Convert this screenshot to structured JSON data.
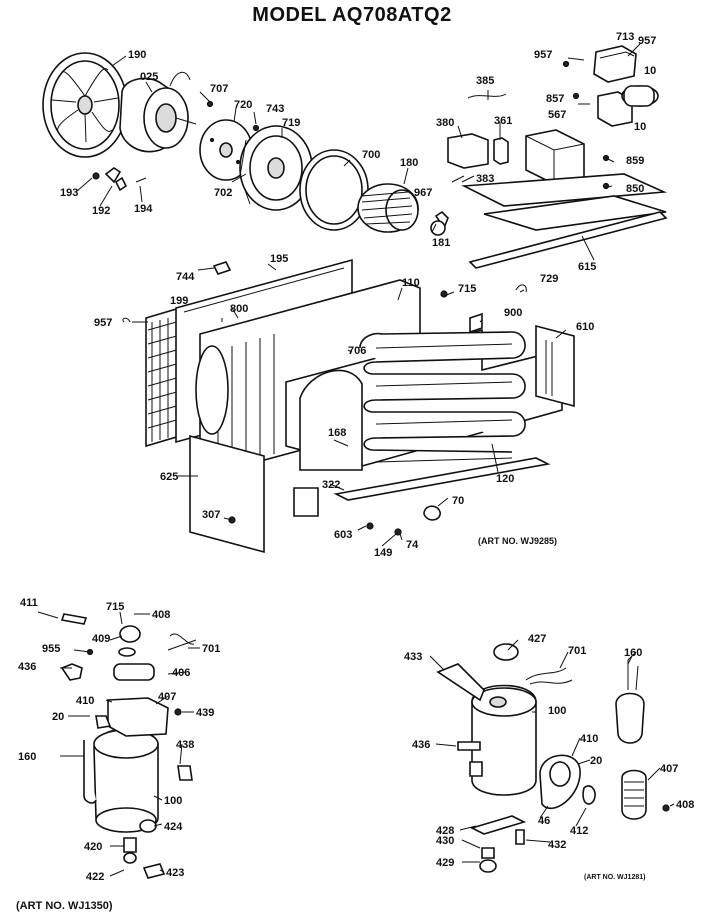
{
  "title": "MODEL AQ708ATQ2",
  "art_numbers": {
    "main": "(ART NO. WJ9285)",
    "left": "(ART NO. WJ1350)",
    "right": "(ART NO. WJ1281)"
  },
  "callouts": [
    {
      "key": "c190",
      "text": "190"
    },
    {
      "key": "c025",
      "text": "025"
    },
    {
      "key": "c707",
      "text": "707"
    },
    {
      "key": "c720",
      "text": "720"
    },
    {
      "key": "c743",
      "text": "743"
    },
    {
      "key": "c719",
      "text": "719"
    },
    {
      "key": "c700",
      "text": "700"
    },
    {
      "key": "c180",
      "text": "180"
    },
    {
      "key": "c702",
      "text": "702"
    },
    {
      "key": "c193",
      "text": "193"
    },
    {
      "key": "c192",
      "text": "192"
    },
    {
      "key": "c194",
      "text": "194"
    },
    {
      "key": "c385",
      "text": "385"
    },
    {
      "key": "c957a",
      "text": "957"
    },
    {
      "key": "c713",
      "text": "713"
    },
    {
      "key": "c957b",
      "text": "957"
    },
    {
      "key": "c10a",
      "text": "10"
    },
    {
      "key": "c857",
      "text": "857"
    },
    {
      "key": "c10b",
      "text": "10"
    },
    {
      "key": "c567",
      "text": "567"
    },
    {
      "key": "c380",
      "text": "380"
    },
    {
      "key": "c361",
      "text": "361"
    },
    {
      "key": "c859",
      "text": "859"
    },
    {
      "key": "c967",
      "text": "967"
    },
    {
      "key": "c383",
      "text": "383"
    },
    {
      "key": "c850",
      "text": "850"
    },
    {
      "key": "c181",
      "text": "181"
    },
    {
      "key": "c615",
      "text": "615"
    },
    {
      "key": "c744",
      "text": "744"
    },
    {
      "key": "c195",
      "text": "195"
    },
    {
      "key": "c110",
      "text": "110"
    },
    {
      "key": "c715",
      "text": "715"
    },
    {
      "key": "c729",
      "text": "729"
    },
    {
      "key": "c199",
      "text": "199"
    },
    {
      "key": "c957c",
      "text": "957"
    },
    {
      "key": "c800",
      "text": "800"
    },
    {
      "key": "c900",
      "text": "900"
    },
    {
      "key": "c610",
      "text": "610"
    },
    {
      "key": "c706",
      "text": "706"
    },
    {
      "key": "c168",
      "text": "168"
    },
    {
      "key": "c120",
      "text": "120"
    },
    {
      "key": "c625",
      "text": "625"
    },
    {
      "key": "c322",
      "text": "322"
    },
    {
      "key": "c70",
      "text": "70"
    },
    {
      "key": "c307",
      "text": "307"
    },
    {
      "key": "c603",
      "text": "603"
    },
    {
      "key": "c149",
      "text": "149"
    },
    {
      "key": "c74",
      "text": "74"
    },
    {
      "key": "c411",
      "text": "411"
    },
    {
      "key": "c715b",
      "text": "715"
    },
    {
      "key": "c408",
      "text": "408"
    },
    {
      "key": "c409",
      "text": "409"
    },
    {
      "key": "c701",
      "text": "701"
    },
    {
      "key": "c955",
      "text": "955"
    },
    {
      "key": "c436",
      "text": "436"
    },
    {
      "key": "c406",
      "text": "406"
    },
    {
      "key": "c410",
      "text": "410"
    },
    {
      "key": "c407",
      "text": "407"
    },
    {
      "key": "c439",
      "text": "439"
    },
    {
      "key": "c20",
      "text": "20"
    },
    {
      "key": "c438",
      "text": "438"
    },
    {
      "key": "c160",
      "text": "160"
    },
    {
      "key": "c100",
      "text": "100"
    },
    {
      "key": "c424",
      "text": "424"
    },
    {
      "key": "c420",
      "text": "420"
    },
    {
      "key": "c422",
      "text": "422"
    },
    {
      "key": "c423",
      "text": "423"
    },
    {
      "key": "c433",
      "text": "433"
    },
    {
      "key": "c427",
      "text": "427"
    },
    {
      "key": "c701b",
      "text": "701"
    },
    {
      "key": "c160b",
      "text": "160"
    },
    {
      "key": "c100b",
      "text": "100"
    },
    {
      "key": "c436b",
      "text": "436"
    },
    {
      "key": "c410b",
      "text": "410"
    },
    {
      "key": "c20b",
      "text": "20"
    },
    {
      "key": "c407b",
      "text": "407"
    },
    {
      "key": "c408b",
      "text": "408"
    },
    {
      "key": "c428",
      "text": "428"
    },
    {
      "key": "c46",
      "text": "46"
    },
    {
      "key": "c412",
      "text": "412"
    },
    {
      "key": "c430",
      "text": "430"
    },
    {
      "key": "c432",
      "text": "432"
    },
    {
      "key": "c429",
      "text": "429"
    }
  ]
}
